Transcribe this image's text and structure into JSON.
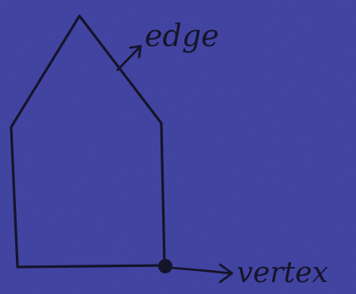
{
  "diagram": {
    "shape": "pentagon-house",
    "labels": {
      "edge": "edge",
      "vertex": "vertex"
    },
    "colors": {
      "paper": "#3d3fa0",
      "ink": "#15142a"
    }
  }
}
